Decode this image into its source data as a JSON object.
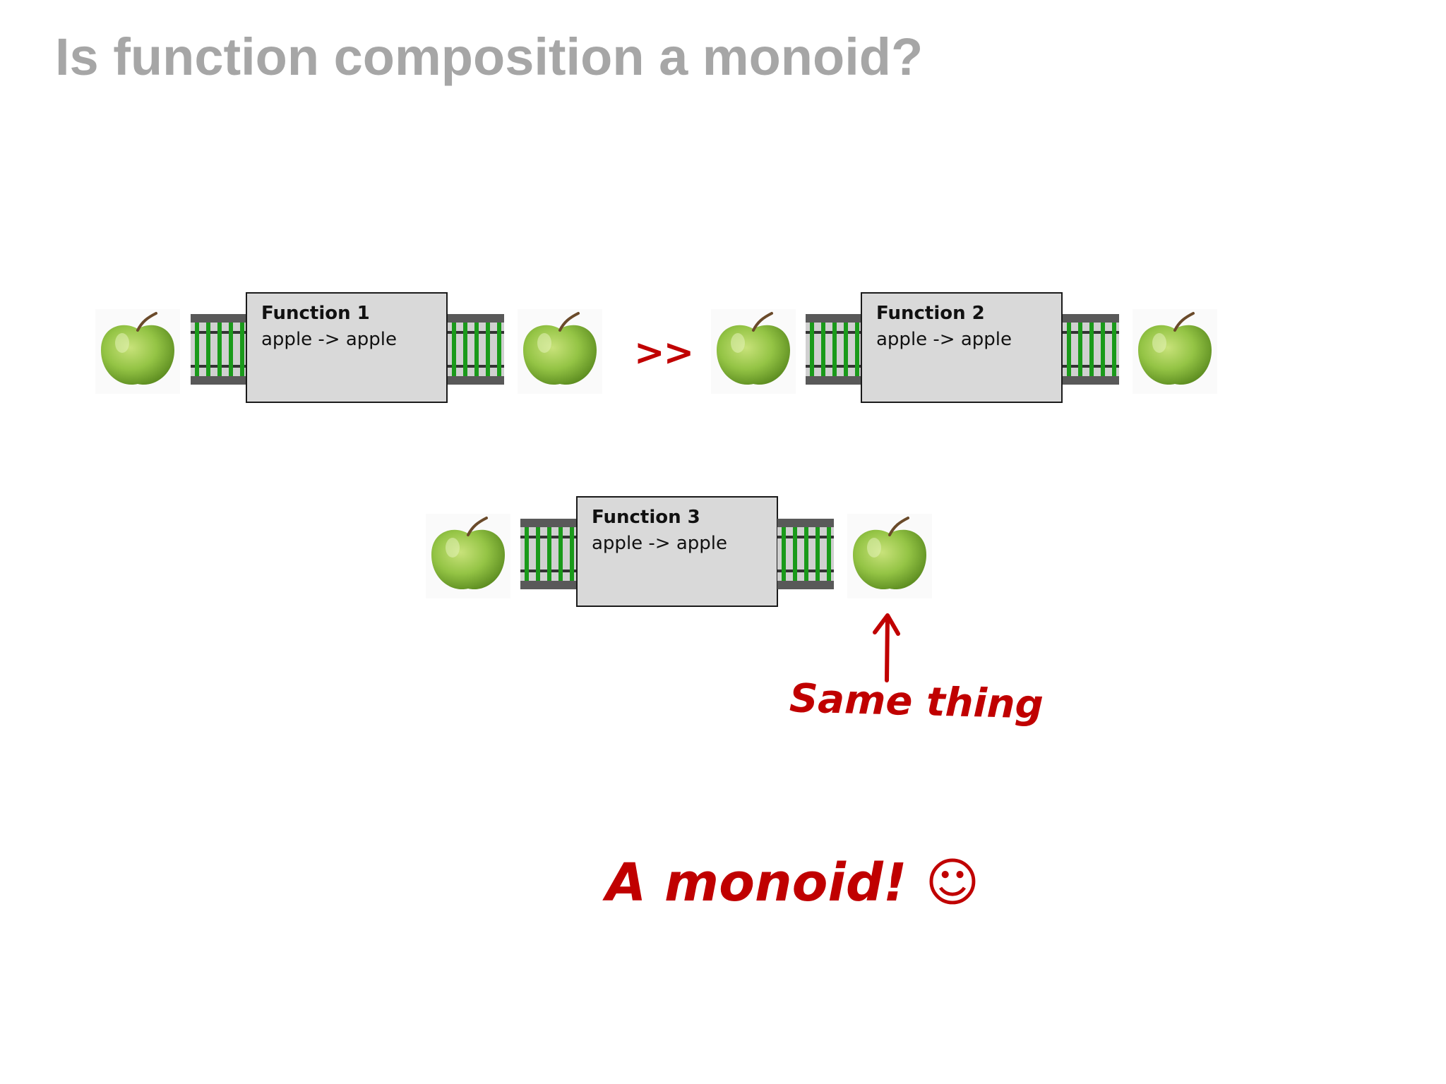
{
  "slide": {
    "title": "Is function composition a monoid?"
  },
  "functions": [
    {
      "name": "Function 1",
      "signature": "apple -> apple"
    },
    {
      "name": "Function 2",
      "signature": "apple -> apple"
    },
    {
      "name": "Function 3",
      "signature": "apple -> apple"
    }
  ],
  "operator": ">>",
  "annotations": {
    "same_thing": "Same thing",
    "conclusion": "A monoid! ☺"
  },
  "colors": {
    "title": "#a6a6a6",
    "accent": "#c00000",
    "box_fill": "#d9d9d9",
    "track_rail": "#595959",
    "track_bed": "#d0d0d0",
    "track_tie": "#1a9a1a",
    "apple": "#8bbf3a"
  },
  "icons": [
    "apple-icon",
    "railway-track-icon",
    "arrow-up-icon"
  ]
}
